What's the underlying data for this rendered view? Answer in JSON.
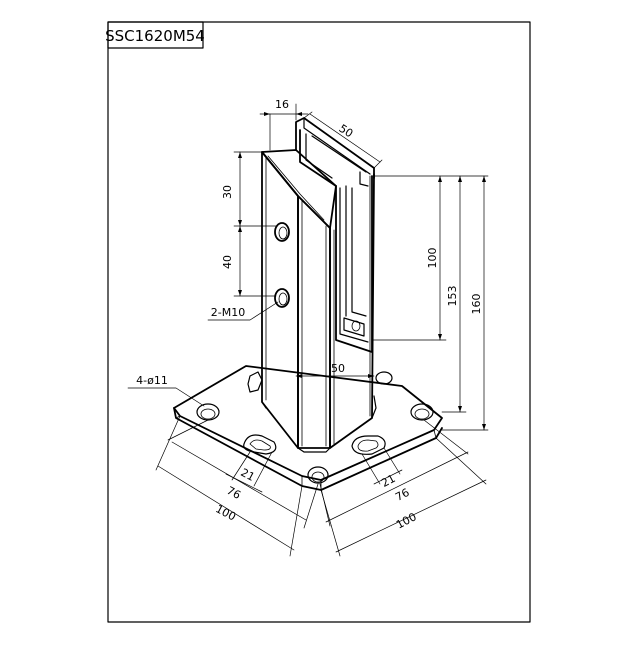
{
  "title_block": {
    "model": "SSC1620M54"
  },
  "dimensions": {
    "top_thickness": "16",
    "top_width": "50",
    "hole_spacing_top": "30",
    "hole_spacing": "40",
    "slot_height": "100",
    "body_height": "153",
    "total_height": "160",
    "body_width": "50",
    "bolt_holes": "2-M10",
    "base_holes": "4-ø11",
    "slot_left": "21",
    "slot_right": "21",
    "hole_pitch_left": "76",
    "hole_pitch_right": "76",
    "base_left": "100",
    "base_right": "100"
  },
  "colors": {
    "line": "#000000",
    "background": "#ffffff"
  }
}
